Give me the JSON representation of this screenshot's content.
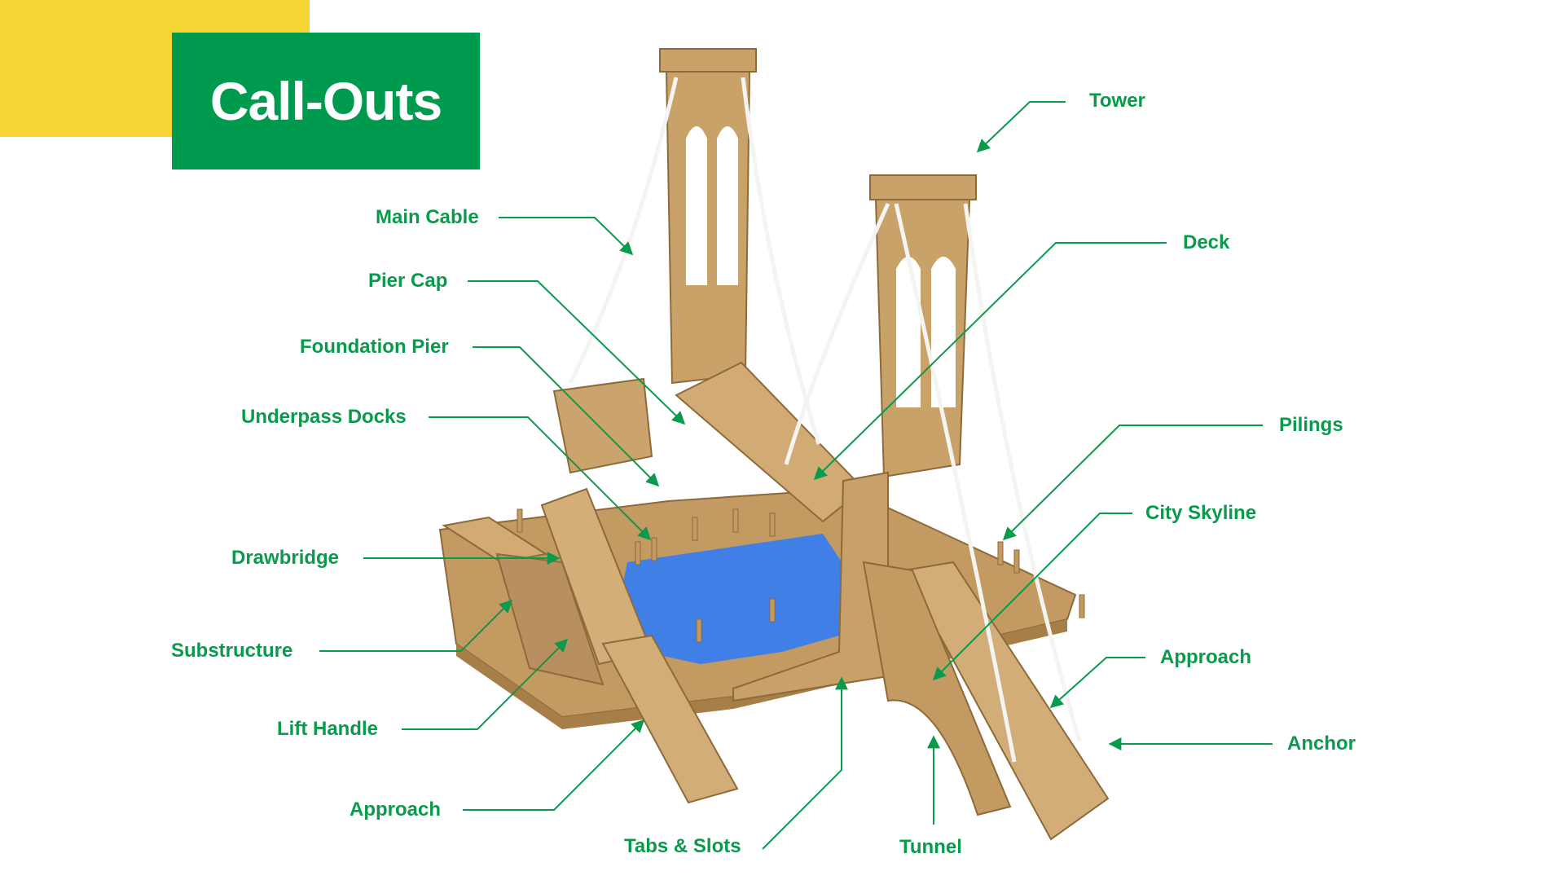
{
  "title": "Call-Outs",
  "colors": {
    "accent_green": "#009a4e",
    "label_green": "#0a9a4c",
    "accent_yellow": "#f5d433",
    "wood": "#c9a26a",
    "wood_dark": "#a9824e",
    "water": "#3f7fe6",
    "rope": "#f4f4f0"
  },
  "callouts": {
    "tower": "Tower",
    "main_cable": "Main Cable",
    "deck": "Deck",
    "pier_cap": "Pier Cap",
    "foundation_pier": "Foundation Pier",
    "underpass_docks": "Underpass Docks",
    "pilings": "Pilings",
    "city_skyline": "City Skyline",
    "drawbridge": "Drawbridge",
    "substructure": "Substructure",
    "approach_right": "Approach",
    "lift_handle": "Lift Handle",
    "anchor": "Anchor",
    "approach_left": "Approach",
    "tabs_slots": "Tabs & Slots",
    "tunnel": "Tunnel"
  }
}
